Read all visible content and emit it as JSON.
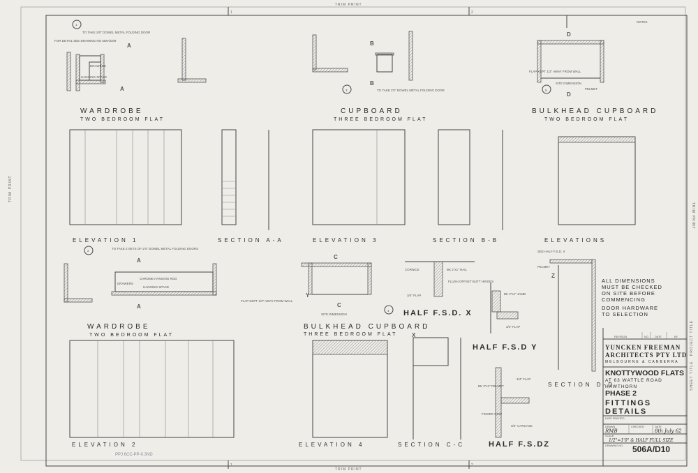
{
  "sheet": {
    "edge_labels": {
      "top": "TRIM PRINT",
      "bottom": "TRIM PRINT",
      "left": "TRIM PRINT",
      "right": "TRIM PRINT",
      "sheet_title": "SHEET TITLE",
      "project_title": "PROJECT TITLE"
    },
    "grid_marks": {
      "top_1": "1",
      "top_2": "2",
      "bottom_1": "1",
      "bottom_2": "2"
    },
    "notes_heading": "NOTES"
  },
  "drawings": {
    "detail_1": {
      "marker": "1",
      "title": "WARDROBE",
      "subtitle": "TWO BEDROOM FLAT",
      "note_top": "TO TAKE 2/0\" DOWEL METAL FOLDING DOOR",
      "note_detail": "FOR DETAIL SEE DRAWING NO 506A/D09",
      "hanging": "HANGING SPACE",
      "drawers": "DRAWERS",
      "section_mark": "A"
    },
    "detail_3": {
      "marker": "3",
      "title": "CUPBOARD",
      "subtitle": "THREE BEDROOM FLAT",
      "section_mark": "B",
      "note": "TO TAKE 2'0\" DOWEL METAL FOLDING DOOR"
    },
    "detail_5": {
      "marker": "5",
      "title": "BULKHEAD CUPBOARD",
      "subtitle": "TWO BEDROOM FLAT",
      "section_mark": "D",
      "site": "SITE DIMENSION",
      "pelmet": "PELMET",
      "flap": "FLAP KEPT 1/2\" AWAY FROM WALL"
    },
    "detail_2": {
      "marker": "2",
      "title": "WARDROBE",
      "subtitle": "TWO BEDROOM FLAT",
      "note_top": "TO TAKE 2 SETS OF 2'0\" DOWEL METAL FOLDING DOORS",
      "hanging_rod": "CHROME HANGING ROD",
      "hanging": "HANGING SPACE",
      "drawers": "DRAWERS",
      "section_mark": "A"
    },
    "detail_4": {
      "marker": "4",
      "title": "BULKHEAD CUPBOARD",
      "subtitle": "THREE BEDROOM FLAT",
      "section_mark": "C",
      "site": "SITE DIMENSION",
      "flap": "FLAP KEPT 1/2\" AWAY FROM WALL",
      "mark_y": "Y"
    },
    "elevation_1": "ELEVATION 1",
    "section_aa": "SECTION A-A",
    "elevation_3": "ELEVATION 3",
    "section_bb": "SECTION B-B",
    "elevation_5": "ELEVATIONS",
    "elevation_2": "ELEVATION 2",
    "elevation_4": "ELEVATION 4",
    "section_cc": "SECTION C-C",
    "section_dd": "SECTION D-D",
    "half_fsd_x": "HALF F.S.D. X",
    "half_fsd_y": "HALF F.S.D Y",
    "half_fsd_z": "HALF F.S.DZ",
    "fsd_x_notes": {
      "cornice": "CORNICE",
      "rail": "BK 2\"x1\" RAIL",
      "hinges": "FLUSH OFFSET BUTT HINGES",
      "flap": "3/4\" FLAP"
    },
    "fsd_y_notes": {
      "jamb": "BK 2\"x1\" JAMB",
      "flap": "3/4\" FLAP"
    },
    "fsd_z_notes": {
      "pelmet": "BK 2\"x1\" PELMET",
      "flap": "3/4\" FLAP",
      "grip": "FINGER GRIP",
      "carcase": "3/4\" CARCASE"
    },
    "section_dd_notes": {
      "pelmet": "PELMET",
      "mark": "Z",
      "see": "SEE HALF F.S.D. X"
    }
  },
  "general_notes": [
    "ALL DIMENSIONS",
    "MUST BE CHECKED",
    "ON SITE BEFORE",
    "COMMENCING",
    "DOOR HARDWARE",
    "TO SELECTION"
  ],
  "title_block": {
    "revision_label": "REVISION",
    "no_label": "NO.",
    "date_label": "DATE",
    "by_label": "BY",
    "firm_line1": "YUNCKEN FREEMAN",
    "firm_line2": "ARCHITECTS PTY LTD",
    "firm_line3": "MELBOURNE & CANBERRA",
    "project": "KNOTTYWOOD FLATS",
    "address1": "AT 63 WATTLE ROAD",
    "address2": "HAWTHORN",
    "phase": "PHASE 2",
    "sheet_title1": "FITTINGS",
    "sheet_title2": "DETAILS",
    "date_printed_label": "DATE PRINTED",
    "drawn_label": "DRAWN",
    "drawn_value": "RMB",
    "checked_label": "CHECKED",
    "date2_label": "DATE",
    "date2_value": "8th July 62",
    "scale_label": "SCALE",
    "scale_value": "1/2\"=1'0\" & HALF FULL SIZE",
    "drawing_no_label": "DRAWING NO.",
    "drawing_no": "506A/D10"
  },
  "stamp": "PPJ 6CC-PP-0.3ND"
}
